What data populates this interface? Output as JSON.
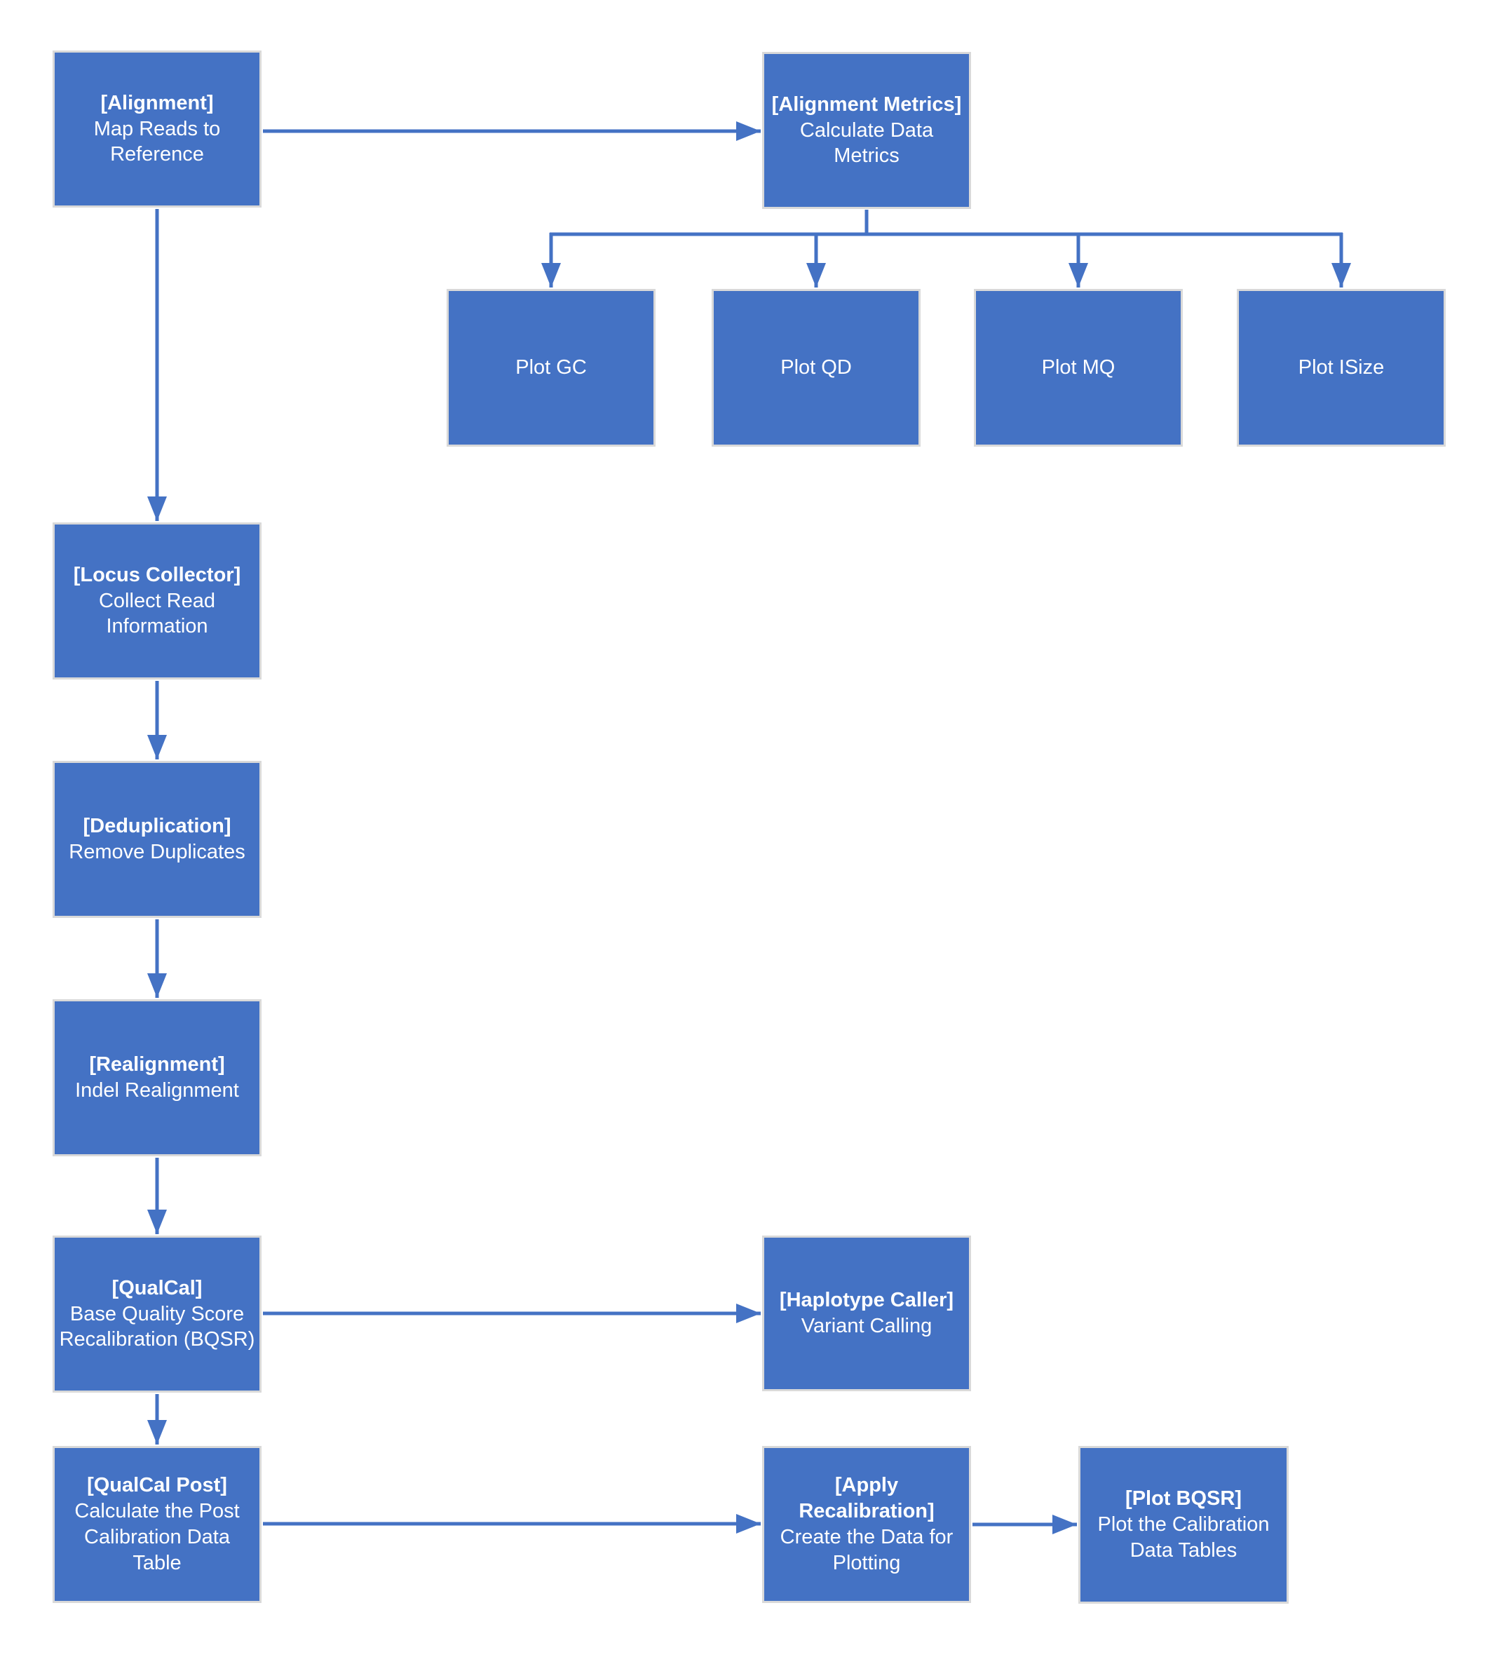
{
  "diagram": {
    "nodes": {
      "alignment": {
        "title": "[Alignment]",
        "subtitle": "Map Reads to Reference"
      },
      "alignment_metrics": {
        "title": "[Alignment Metrics]",
        "subtitle": "Calculate Data Metrics"
      },
      "plot_gc": {
        "label": "Plot GC"
      },
      "plot_qd": {
        "label": "Plot QD"
      },
      "plot_mq": {
        "label": "Plot MQ"
      },
      "plot_isize": {
        "label": "Plot ISize"
      },
      "locus_collector": {
        "title": "[Locus Collector]",
        "subtitle": "Collect Read Information"
      },
      "deduplication": {
        "title": "[Deduplication]",
        "subtitle": "Remove Duplicates"
      },
      "realignment": {
        "title": "[Realignment]",
        "subtitle": "Indel Realignment"
      },
      "qualcal": {
        "title": "[QualCal]",
        "subtitle": "Base Quality Score Recalibration (BQSR)"
      },
      "haplotype_caller": {
        "title": "[Haplotype Caller]",
        "subtitle": "Variant Calling"
      },
      "qualcal_post": {
        "title": "[QualCal Post]",
        "subtitle": "Calculate the Post Calibration Data Table"
      },
      "apply_recalibration": {
        "title": "[Apply Recalibration]",
        "subtitle": "Create the Data for Plotting"
      },
      "plot_bqsr": {
        "title": "[Plot BQSR]",
        "subtitle": "Plot the Calibration Data Tables"
      }
    },
    "edges": [
      {
        "from": "alignment",
        "to": "alignment_metrics"
      },
      {
        "from": "alignment",
        "to": "locus_collector"
      },
      {
        "from": "alignment_metrics",
        "to": "plot_gc"
      },
      {
        "from": "alignment_metrics",
        "to": "plot_qd"
      },
      {
        "from": "alignment_metrics",
        "to": "plot_mq"
      },
      {
        "from": "alignment_metrics",
        "to": "plot_isize"
      },
      {
        "from": "locus_collector",
        "to": "deduplication"
      },
      {
        "from": "deduplication",
        "to": "realignment"
      },
      {
        "from": "realignment",
        "to": "qualcal"
      },
      {
        "from": "qualcal",
        "to": "haplotype_caller"
      },
      {
        "from": "qualcal",
        "to": "qualcal_post"
      },
      {
        "from": "qualcal_post",
        "to": "apply_recalibration"
      },
      {
        "from": "apply_recalibration",
        "to": "plot_bqsr"
      }
    ],
    "colors": {
      "node_fill": "#4472C4",
      "node_border": "#D9D9D9",
      "node_text": "#FFFFFF",
      "arrow": "#4472C4",
      "background": "#FFFFFF"
    }
  }
}
